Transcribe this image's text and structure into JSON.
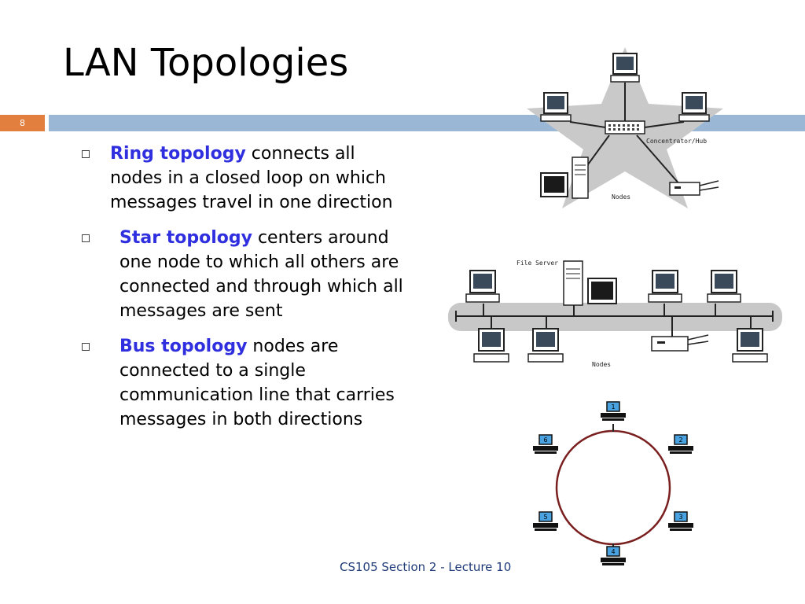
{
  "slide": {
    "title": "LAN Topologies",
    "number": "8",
    "footer": "CS105 Section 2 - Lecture 10"
  },
  "bullets": [
    {
      "term": "Ring topology",
      "text": " connects all nodes in a closed loop on which messages travel in one direction"
    },
    {
      "term": "Star topology",
      "text": " centers around one node to which all others are connected and through which all messages are sent"
    },
    {
      "term": "Bus topology",
      "text": " nodes are connected to a single communication line that carries messages in both directions"
    }
  ],
  "figures": {
    "star": {
      "hub_label": "Concentrator/Hub",
      "nodes_label": "Nodes"
    },
    "bus": {
      "server_label": "File Server",
      "nodes_label": "Nodes"
    },
    "ring": {
      "node_numbers": [
        "1",
        "2",
        "3",
        "4",
        "5",
        "6"
      ]
    }
  },
  "colors": {
    "title_band": "#9ab8d6",
    "slide_number_bg": "#e27f3f",
    "term": "#2f2fe0",
    "footer": "#1f3a78",
    "ring_line": "#7a1f1f"
  }
}
